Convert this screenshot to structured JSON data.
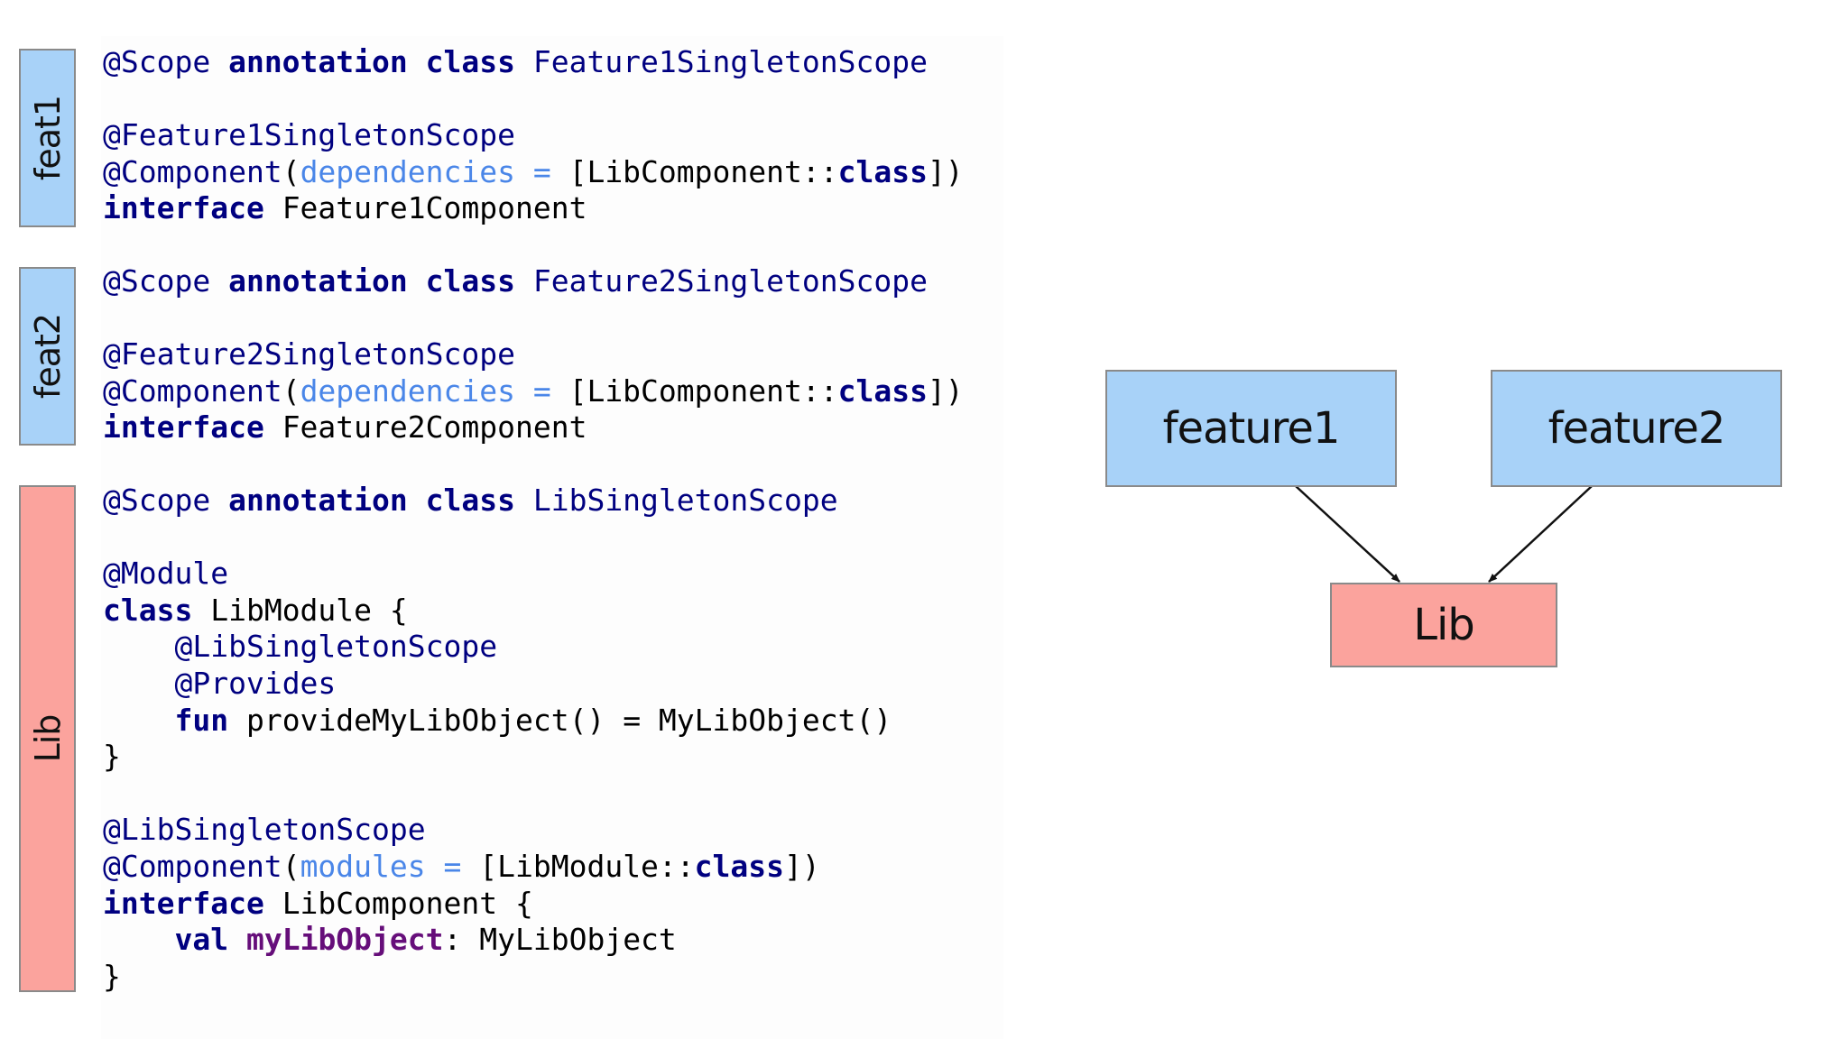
{
  "sidebars": {
    "feat1": "feat1",
    "feat2": "feat2",
    "lib": "Lib"
  },
  "code": {
    "feat1": [
      [
        [
          "a",
          "@Scope "
        ],
        [
          "k",
          "annotation class "
        ],
        [
          "a",
          "Feature1SingletonScope"
        ]
      ],
      [],
      [
        [
          "a",
          "@Feature1SingletonScope"
        ]
      ],
      [
        [
          "a",
          "@Component"
        ],
        [
          "n",
          "("
        ],
        [
          "p",
          "dependencies = "
        ],
        [
          "n",
          "[LibComponent::"
        ],
        [
          "k",
          "class"
        ],
        [
          "n",
          "])"
        ]
      ],
      [
        [
          "k",
          "interface "
        ],
        [
          "n",
          "Feature1Component"
        ]
      ]
    ],
    "feat2": [
      [
        [
          "a",
          "@Scope "
        ],
        [
          "k",
          "annotation class "
        ],
        [
          "a",
          "Feature2SingletonScope"
        ]
      ],
      [],
      [
        [
          "a",
          "@Feature2SingletonScope"
        ]
      ],
      [
        [
          "a",
          "@Component"
        ],
        [
          "n",
          "("
        ],
        [
          "p",
          "dependencies = "
        ],
        [
          "n",
          "[LibComponent::"
        ],
        [
          "k",
          "class"
        ],
        [
          "n",
          "])"
        ]
      ],
      [
        [
          "k",
          "interface "
        ],
        [
          "n",
          "Feature2Component"
        ]
      ]
    ],
    "lib": [
      [
        [
          "a",
          "@Scope "
        ],
        [
          "k",
          "annotation class "
        ],
        [
          "a",
          "LibSingletonScope"
        ]
      ],
      [],
      [
        [
          "a",
          "@Module"
        ]
      ],
      [
        [
          "k",
          "class "
        ],
        [
          "n",
          "LibModule {"
        ]
      ],
      [
        [
          "n",
          "    "
        ],
        [
          "a",
          "@LibSingletonScope"
        ]
      ],
      [
        [
          "n",
          "    "
        ],
        [
          "a",
          "@Provides"
        ]
      ],
      [
        [
          "n",
          "    "
        ],
        [
          "k",
          "fun "
        ],
        [
          "n",
          "provideMyLibObject() = MyLibObject()"
        ]
      ],
      [
        [
          "n",
          "}"
        ]
      ],
      [],
      [
        [
          "a",
          "@LibSingletonScope"
        ]
      ],
      [
        [
          "a",
          "@Component"
        ],
        [
          "n",
          "("
        ],
        [
          "p",
          "modules = "
        ],
        [
          "n",
          "[LibModule::"
        ],
        [
          "k",
          "class"
        ],
        [
          "n",
          "])"
        ]
      ],
      [
        [
          "k",
          "interface "
        ],
        [
          "n",
          "LibComponent {"
        ]
      ],
      [
        [
          "n",
          "    "
        ],
        [
          "k",
          "val "
        ],
        [
          "pp",
          "myLibObject"
        ],
        [
          "n",
          ": MyLibObject"
        ]
      ],
      [
        [
          "n",
          "}"
        ]
      ]
    ]
  },
  "diagram": {
    "nodes": {
      "feature1": "feature1",
      "feature2": "feature2",
      "lib": "Lib"
    },
    "edges": [
      {
        "from": "feature1",
        "to": "lib"
      },
      {
        "from": "feature2",
        "to": "lib"
      }
    ]
  },
  "colors": {
    "feature_fill": "#a8d2f8",
    "lib_fill": "#fba39d",
    "annotation": "#000080",
    "parameter": "#4a86e8",
    "property": "#660e7a"
  }
}
